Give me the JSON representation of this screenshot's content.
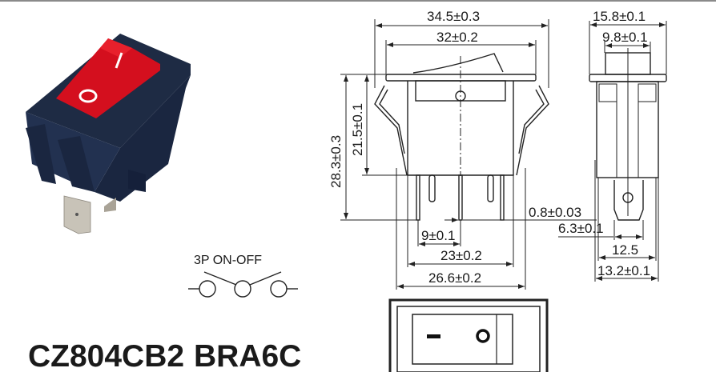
{
  "product": {
    "model": "CZ804CB2",
    "series": "BRA6C"
  },
  "circuit": {
    "label": "3P  ON-OFF"
  },
  "rocker_marks": {
    "on": "I",
    "off": "O"
  },
  "colors": {
    "rocker": "#d40f1e",
    "housing": "#1e2b44",
    "terminal": "#c8c3b8"
  },
  "front_view": {
    "width_overall": "34.5±0.3",
    "width_flange": "32±0.2",
    "height_overall": "28.3±0.3",
    "height_body": "21.5±0.1",
    "terminal_thickness": "0.8±0.03",
    "terminal_pitch": "9±0.1",
    "body_width": "23±0.2",
    "clip_width": "26.6±0.2"
  },
  "side_view": {
    "width_overall": "15.8±0.1",
    "rocker_width": "9.8±0.1",
    "terminal_width": "6.3±0.1",
    "body_depth": "12.5",
    "clip_depth": "13.2±0.1"
  }
}
